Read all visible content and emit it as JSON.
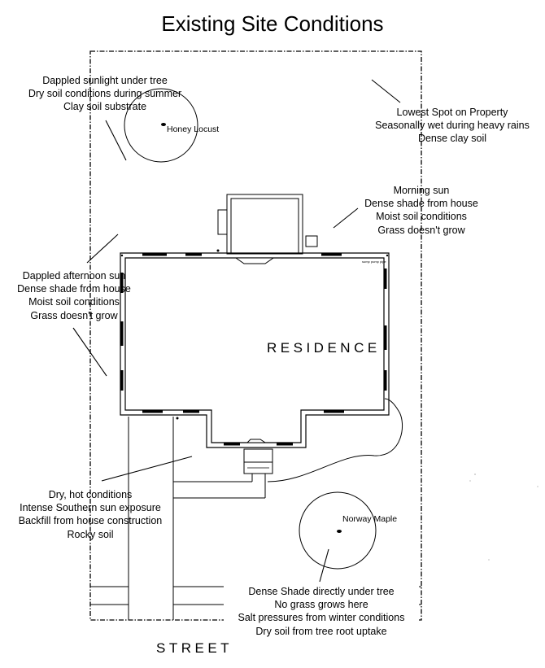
{
  "title": "Existing Site Conditions",
  "labels": {
    "residence": "RESIDENCE",
    "street": "STREET",
    "honey_locust": "Honey Locust",
    "norway_maple": "Norway Maple",
    "sump_pump": "sump pump pipe"
  },
  "notes": {
    "under_tree": [
      "Dappled sunlight under tree",
      "Dry soil conditions during summer",
      "Clay soil substrate"
    ],
    "lowest_spot": [
      "Lowest Spot on Property",
      "Seasonally wet during heavy rains",
      "Dense clay soil"
    ],
    "morning_sun": [
      "Morning sun",
      "Dense shade from house",
      "Moist soil conditions",
      "Grass doesn't grow"
    ],
    "afternoon_sun": [
      "Dappled afternoon sun",
      "Dense shade from house",
      "Moist soil conditions",
      "Grass doesn't grow"
    ],
    "dry_hot": [
      "Dry, hot conditions",
      "Intense Southern sun exposure",
      "Backfill from house construction",
      "Rocky soil"
    ],
    "dense_shade": [
      "Dense Shade directly under tree",
      "No grass grows here",
      "Salt pressures from winter conditions",
      "Dry soil from tree root uptake"
    ]
  }
}
